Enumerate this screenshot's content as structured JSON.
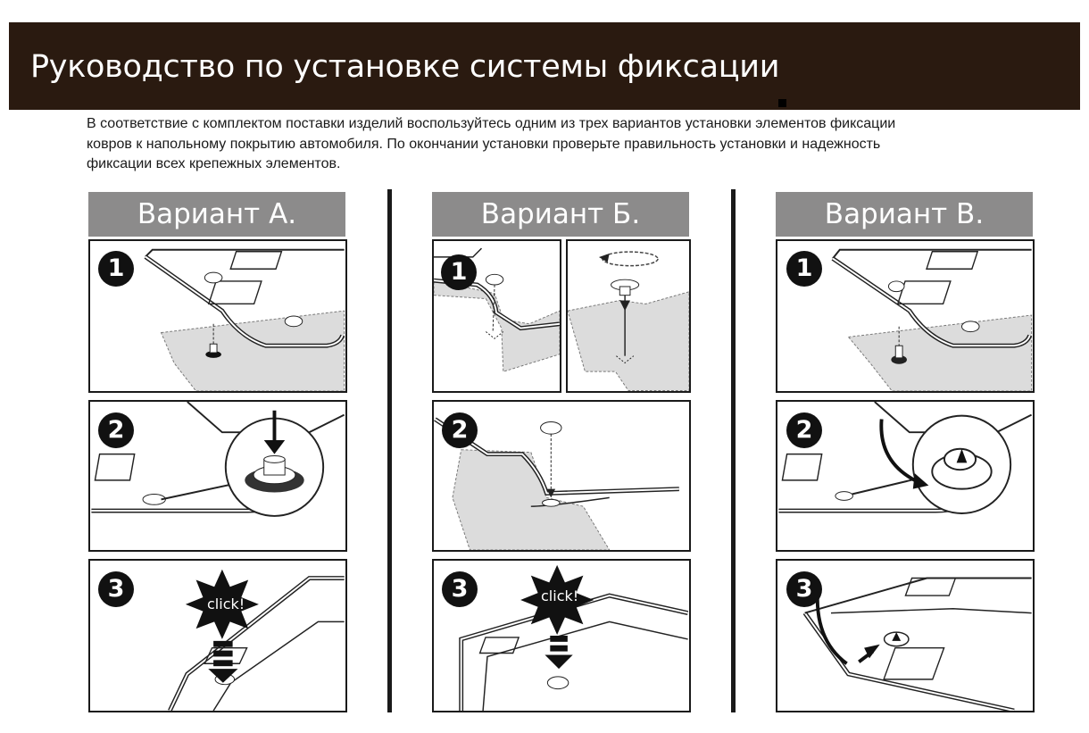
{
  "header": {
    "title": "Руководство по установке системы фиксации"
  },
  "intro": {
    "lines": [
      "В соответствие с комплектом поставки изделий воспользуйтесь одним из трех вариантов установки элементов фиксации",
      "ковров к напольному покрытию автомобиля. По окончании установки проверьте правильность установки и надежность",
      "фиксации всех крепежных элементов."
    ]
  },
  "variants": [
    {
      "title": "Вариант А.",
      "steps": [
        "1",
        "2",
        "3"
      ],
      "click_text": "click!"
    },
    {
      "title": "Вариант Б.",
      "steps": [
        "1",
        "2",
        "3"
      ],
      "click_text": "click!"
    },
    {
      "title": "Вариант В.",
      "steps": [
        "1",
        "2",
        "3"
      ]
    }
  ],
  "colors": {
    "title_bg": "#2a1a10",
    "variant_header_bg": "#8c8b8b",
    "floor_fill": "#dcdcdc",
    "ink": "#111111"
  }
}
